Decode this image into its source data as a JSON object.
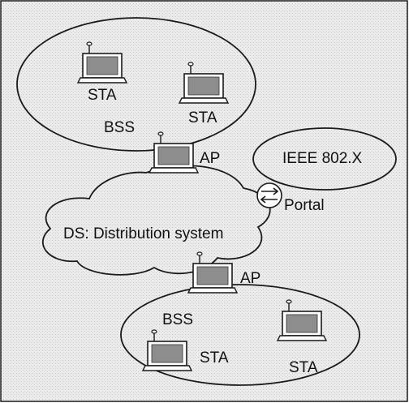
{
  "diagram": {
    "labels": {
      "sta_top_1": "STA",
      "sta_top_2": "STA",
      "bss_top": "BSS",
      "ap_top": "AP",
      "ieee": "IEEE 802.X",
      "portal": "Portal",
      "ds": "DS: Distribution system",
      "ap_bottom": "AP",
      "bss_bottom": "BSS",
      "sta_bottom_1": "STA",
      "sta_bottom_2": "STA"
    },
    "colors": {
      "background": "#e9e9e9",
      "stroke": "#1a1a1a",
      "screen": "#8d8d8d",
      "device_body": "#ffffff"
    }
  }
}
